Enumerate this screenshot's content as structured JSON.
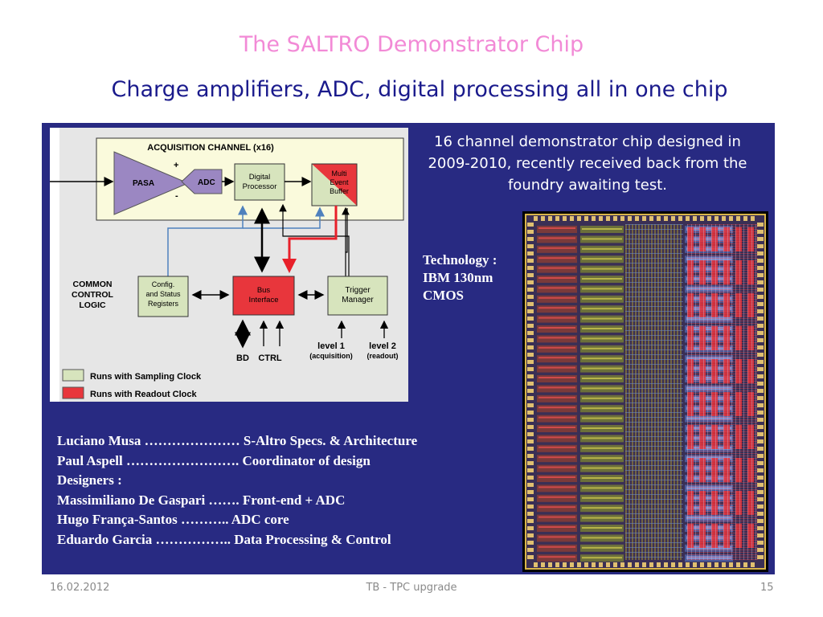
{
  "slide": {
    "title": "The SALTRO Demonstrator Chip",
    "subtitle": "Charge amplifiers, ADC, digital processing all in one chip"
  },
  "description": "16 channel demonstrator chip designed in 2009-2010, recently received back from the foundry awaiting test.",
  "technology": {
    "line1": "Technology :",
    "line2": "IBM 130nm",
    "line3": "CMOS"
  },
  "diagram": {
    "acquisition_title": "ACQUISITION CHANNEL (x16)",
    "pasa": "PASA",
    "adc": "ADC",
    "plus": "+",
    "minus": "-",
    "digital_processor": [
      "Digital",
      "Processor"
    ],
    "multi_event_buffer": [
      "Multi",
      "Event",
      "Buffer"
    ],
    "common_control": [
      "COMMON",
      "CONTROL",
      "LOGIC"
    ],
    "config_registers": [
      "Config.",
      "and Status",
      "Registers"
    ],
    "bus_interface": [
      "Bus",
      "Interface"
    ],
    "trigger_manager": [
      "Trigger",
      "Manager"
    ],
    "bd": "BD",
    "ctrl": "CTRL",
    "level1": "level 1",
    "level1_sub": "(acquisition)",
    "level2": "level 2",
    "level2_sub": "(readout)",
    "legend_sampling": "Runs with Sampling Clock",
    "legend_readout": "Runs with Readout Clock",
    "colors": {
      "sampling": "#d7e4bd",
      "readout": "#e8363c",
      "triangle": "#9b87c2",
      "arrow_blue": "#4f81bd",
      "arrow_red": "#e8202a"
    }
  },
  "credits": [
    "Luciano Musa ………………… S-Altro Specs. & Architecture",
    "Paul Aspell ……………………. Coordinator of design",
    "Designers :",
    "Massimiliano De Gaspari ……. Front-end + ADC",
    "Hugo França-Santos  ………..  ADC core",
    "Eduardo Garcia …………….. Data Processing & Control"
  ],
  "footer": {
    "date": "16.02.2012",
    "center": "TB - TPC upgrade",
    "page": "15"
  },
  "colors": {
    "title": "#f28ad6",
    "subtitle": "#1a1a8c",
    "panel": "#282a82"
  }
}
